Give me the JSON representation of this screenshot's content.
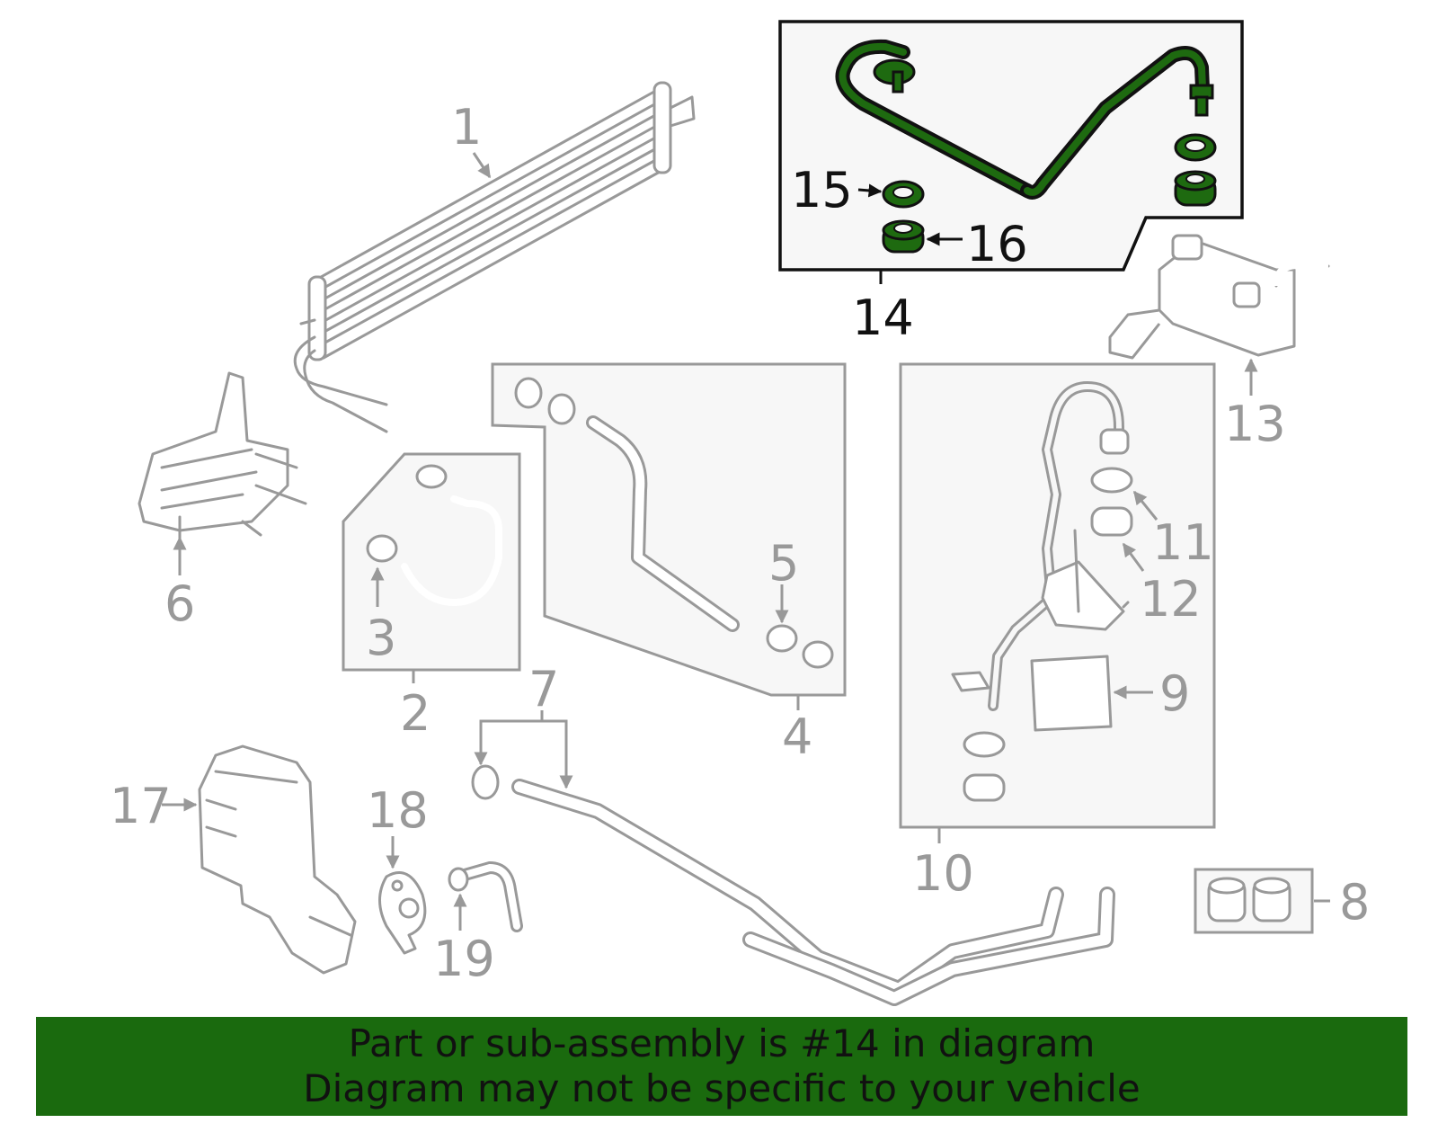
{
  "callouts": {
    "c1": "1",
    "c2": "2",
    "c3": "3",
    "c4": "4",
    "c5": "5",
    "c6": "6",
    "c7": "7",
    "c8": "8",
    "c9": "9",
    "c10": "10",
    "c11": "11",
    "c12": "12",
    "c13": "13",
    "c14": "14",
    "c15": "15",
    "c16": "16",
    "c17": "17",
    "c18": "18",
    "c19": "19"
  },
  "highlighted_part": "14",
  "colors": {
    "highlight": "#1e6a10",
    "banner": "#1a6a0e",
    "part_outline": "#999999"
  },
  "banner": {
    "line1": "Part or sub-assembly is #14 in diagram",
    "line2": "Diagram may not be specific to your vehicle"
  }
}
